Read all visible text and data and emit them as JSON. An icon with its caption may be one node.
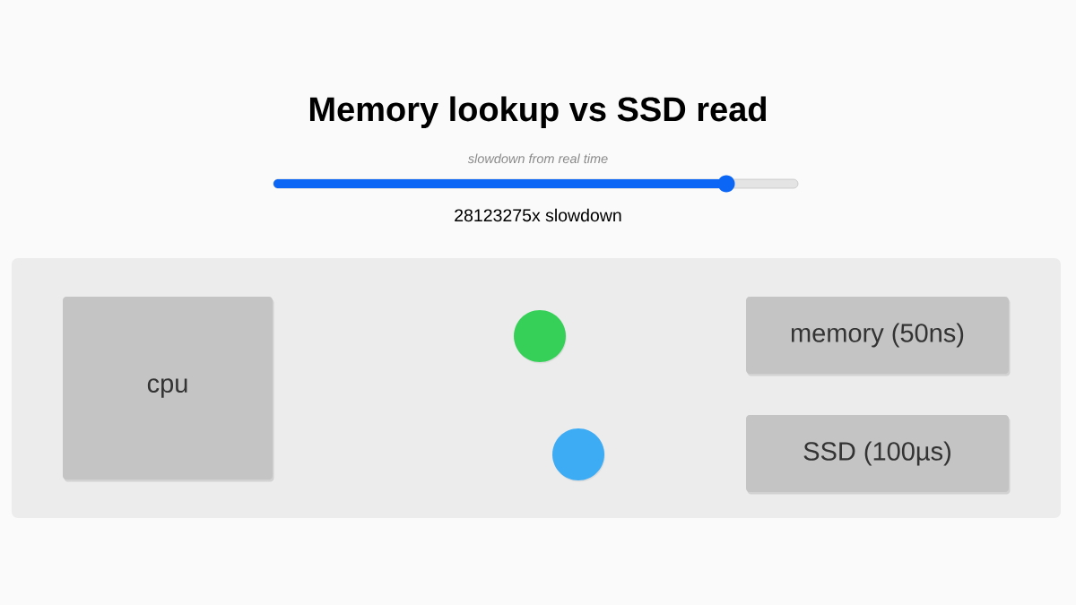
{
  "diagram": {
    "title": "Memory lookup vs SSD read",
    "nodes": [
      {
        "text": [],
        "shape": "box"
      },
      {
        "text": [
          "cpu"
        ],
        "in": 0
      },
      {
        "text": [],
        "shape": "circle",
        "in": 0
      },
      {
        "text": [
          "memory (50ns)"
        ],
        "in": 0
      },
      {
        "text": [],
        "shape": "circle",
        "in": 0
      },
      {
        "text": [
          "SSD (100µs)"
        ],
        "in": 0
      }
    ],
    "labels": [
      "slowdown from real time",
      "28123275x slowdown"
    ]
  }
}
